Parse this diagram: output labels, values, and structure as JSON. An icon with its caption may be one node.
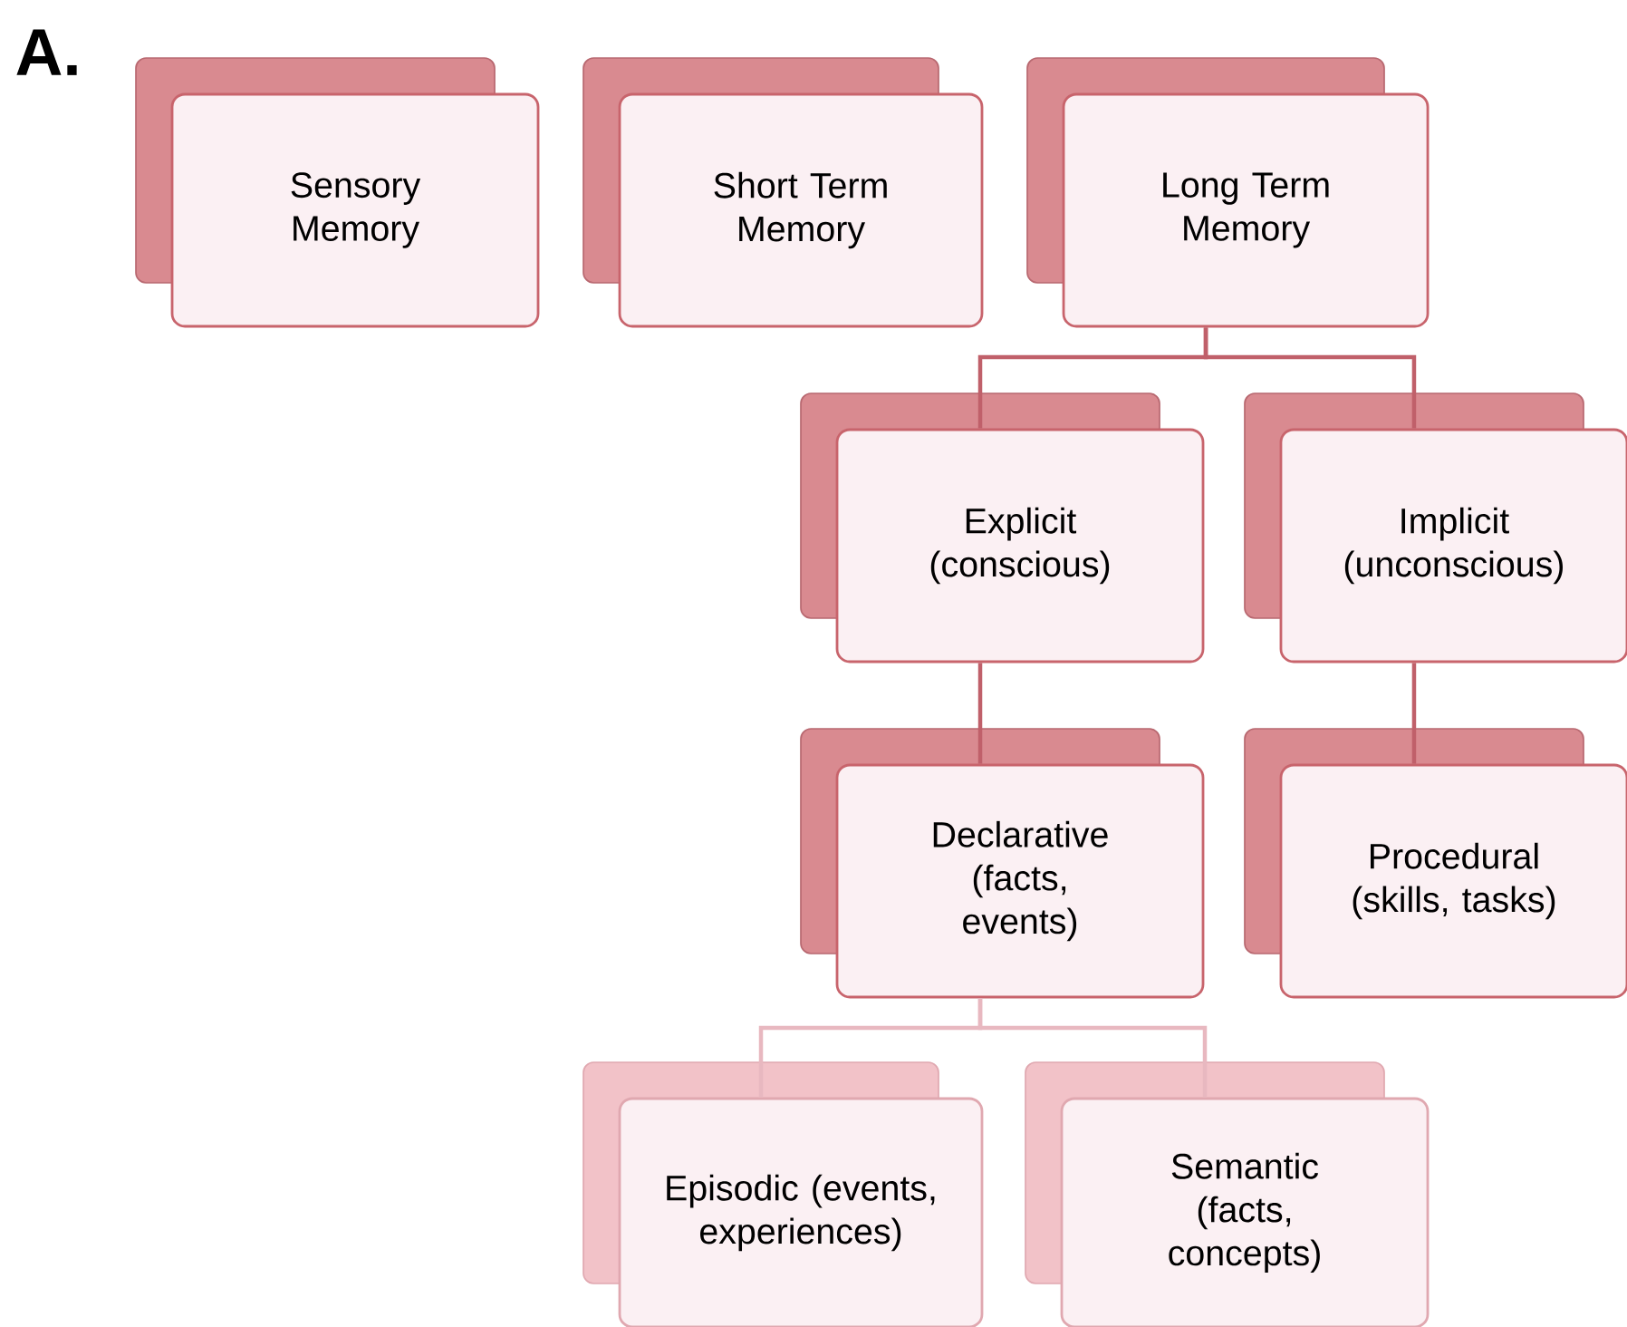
{
  "diagram": {
    "nodes": [
      {
        "text": [
          "Sensory Memory"
        ]
      },
      {
        "text": [
          "Short Term Memory"
        ]
      },
      {
        "text": [
          "Long Term Memory"
        ]
      },
      {
        "text": [
          "Explicit (conscious)"
        ]
      },
      {
        "text": [
          "Implicit (unconscious)"
        ]
      },
      {
        "text": [
          "Declarative (facts, events)"
        ]
      },
      {
        "text": [
          "Procedural (skills, tasks)"
        ]
      },
      {
        "text": [
          "Episodic (events, experiences)"
        ]
      },
      {
        "text": [
          "Semantic (facts, concepts)"
        ]
      }
    ],
    "edges": [
      {
        "from": 2,
        "to": 3,
        "arrow": "none"
      },
      {
        "from": 2,
        "to": 4,
        "arrow": "none"
      },
      {
        "from": 3,
        "to": 5,
        "arrow": "none"
      },
      {
        "from": 4,
        "to": 6,
        "arrow": "none"
      },
      {
        "from": 5,
        "to": 7,
        "arrow": "none",
        "color": "#e8b8c0"
      },
      {
        "from": 5,
        "to": 8,
        "arrow": "none",
        "color": "#e8b8c0"
      }
    ],
    "labels": [
      "A."
    ]
  }
}
